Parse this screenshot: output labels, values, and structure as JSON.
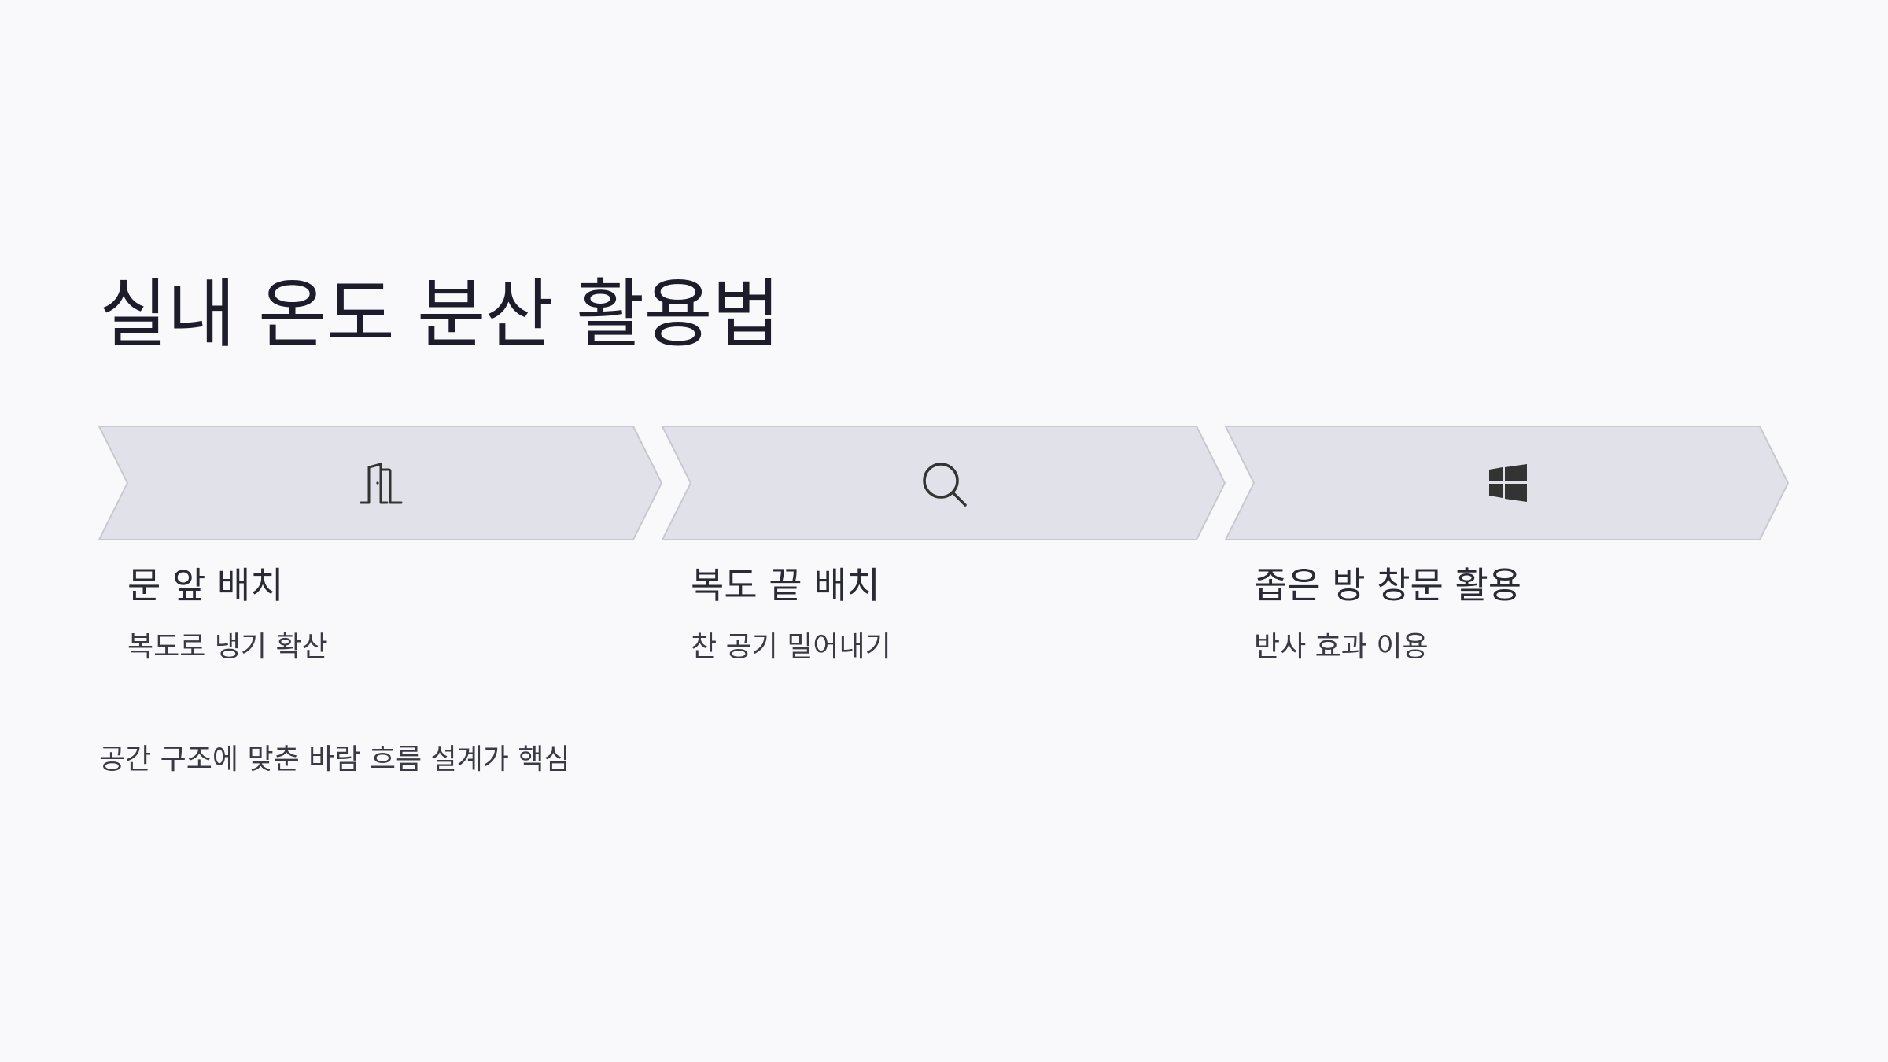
{
  "title": "실내 온도 분산 활용법",
  "steps": [
    {
      "icon": "door-icon",
      "title": "문 앞 배치",
      "description": "복도로 냉기 확산"
    },
    {
      "icon": "search-icon",
      "title": "복도 끝 배치",
      "description": "찬 공기 밀어내기"
    },
    {
      "icon": "window-icon",
      "title": "좁은 방 창문 활용",
      "description": "반사 효과 이용"
    }
  ],
  "summary": "공간 구조에 맞춘 바람 흐름 설계가 핵심",
  "colors": {
    "background": "#f9f9fb",
    "chevron_fill": "#e1e1e9",
    "chevron_stroke": "#c8c8d0",
    "icon": "#333333",
    "title_text": "#1c1c2b"
  }
}
